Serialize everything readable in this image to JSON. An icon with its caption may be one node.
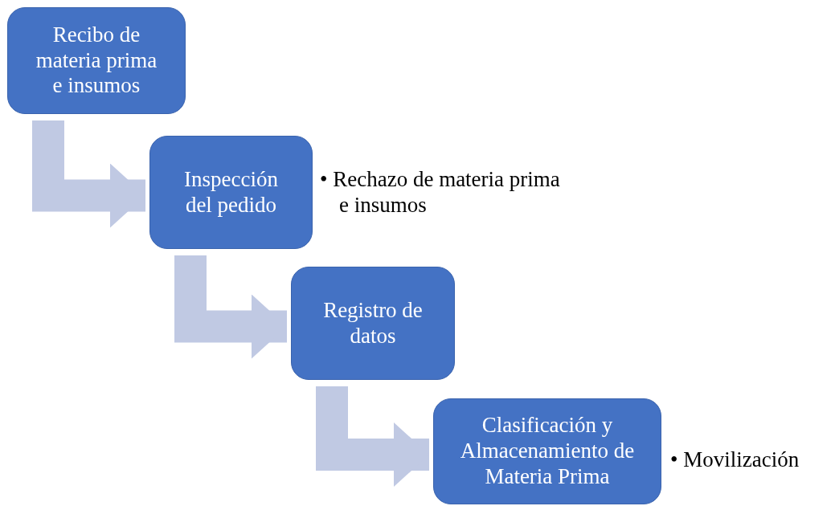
{
  "diagram": {
    "nodes": [
      {
        "text": [
          "Recibo de materia prima e insumos"
        ]
      },
      {
        "text": [
          "Inspección del pedido"
        ],
        "beside": [
          "• Rechazo de materia prima e insumos"
        ]
      },
      {
        "text": [
          "Registro de datos"
        ]
      },
      {
        "text": [
          "Clasificación y Almacenamiento de Materia Prima"
        ],
        "beside": [
          "• Movilización"
        ]
      }
    ],
    "edges": [
      {
        "from": 0,
        "to": 1,
        "arrow": "to"
      },
      {
        "from": 1,
        "to": 2,
        "arrow": "to"
      },
      {
        "from": 2,
        "to": 3,
        "arrow": "to"
      }
    ]
  }
}
